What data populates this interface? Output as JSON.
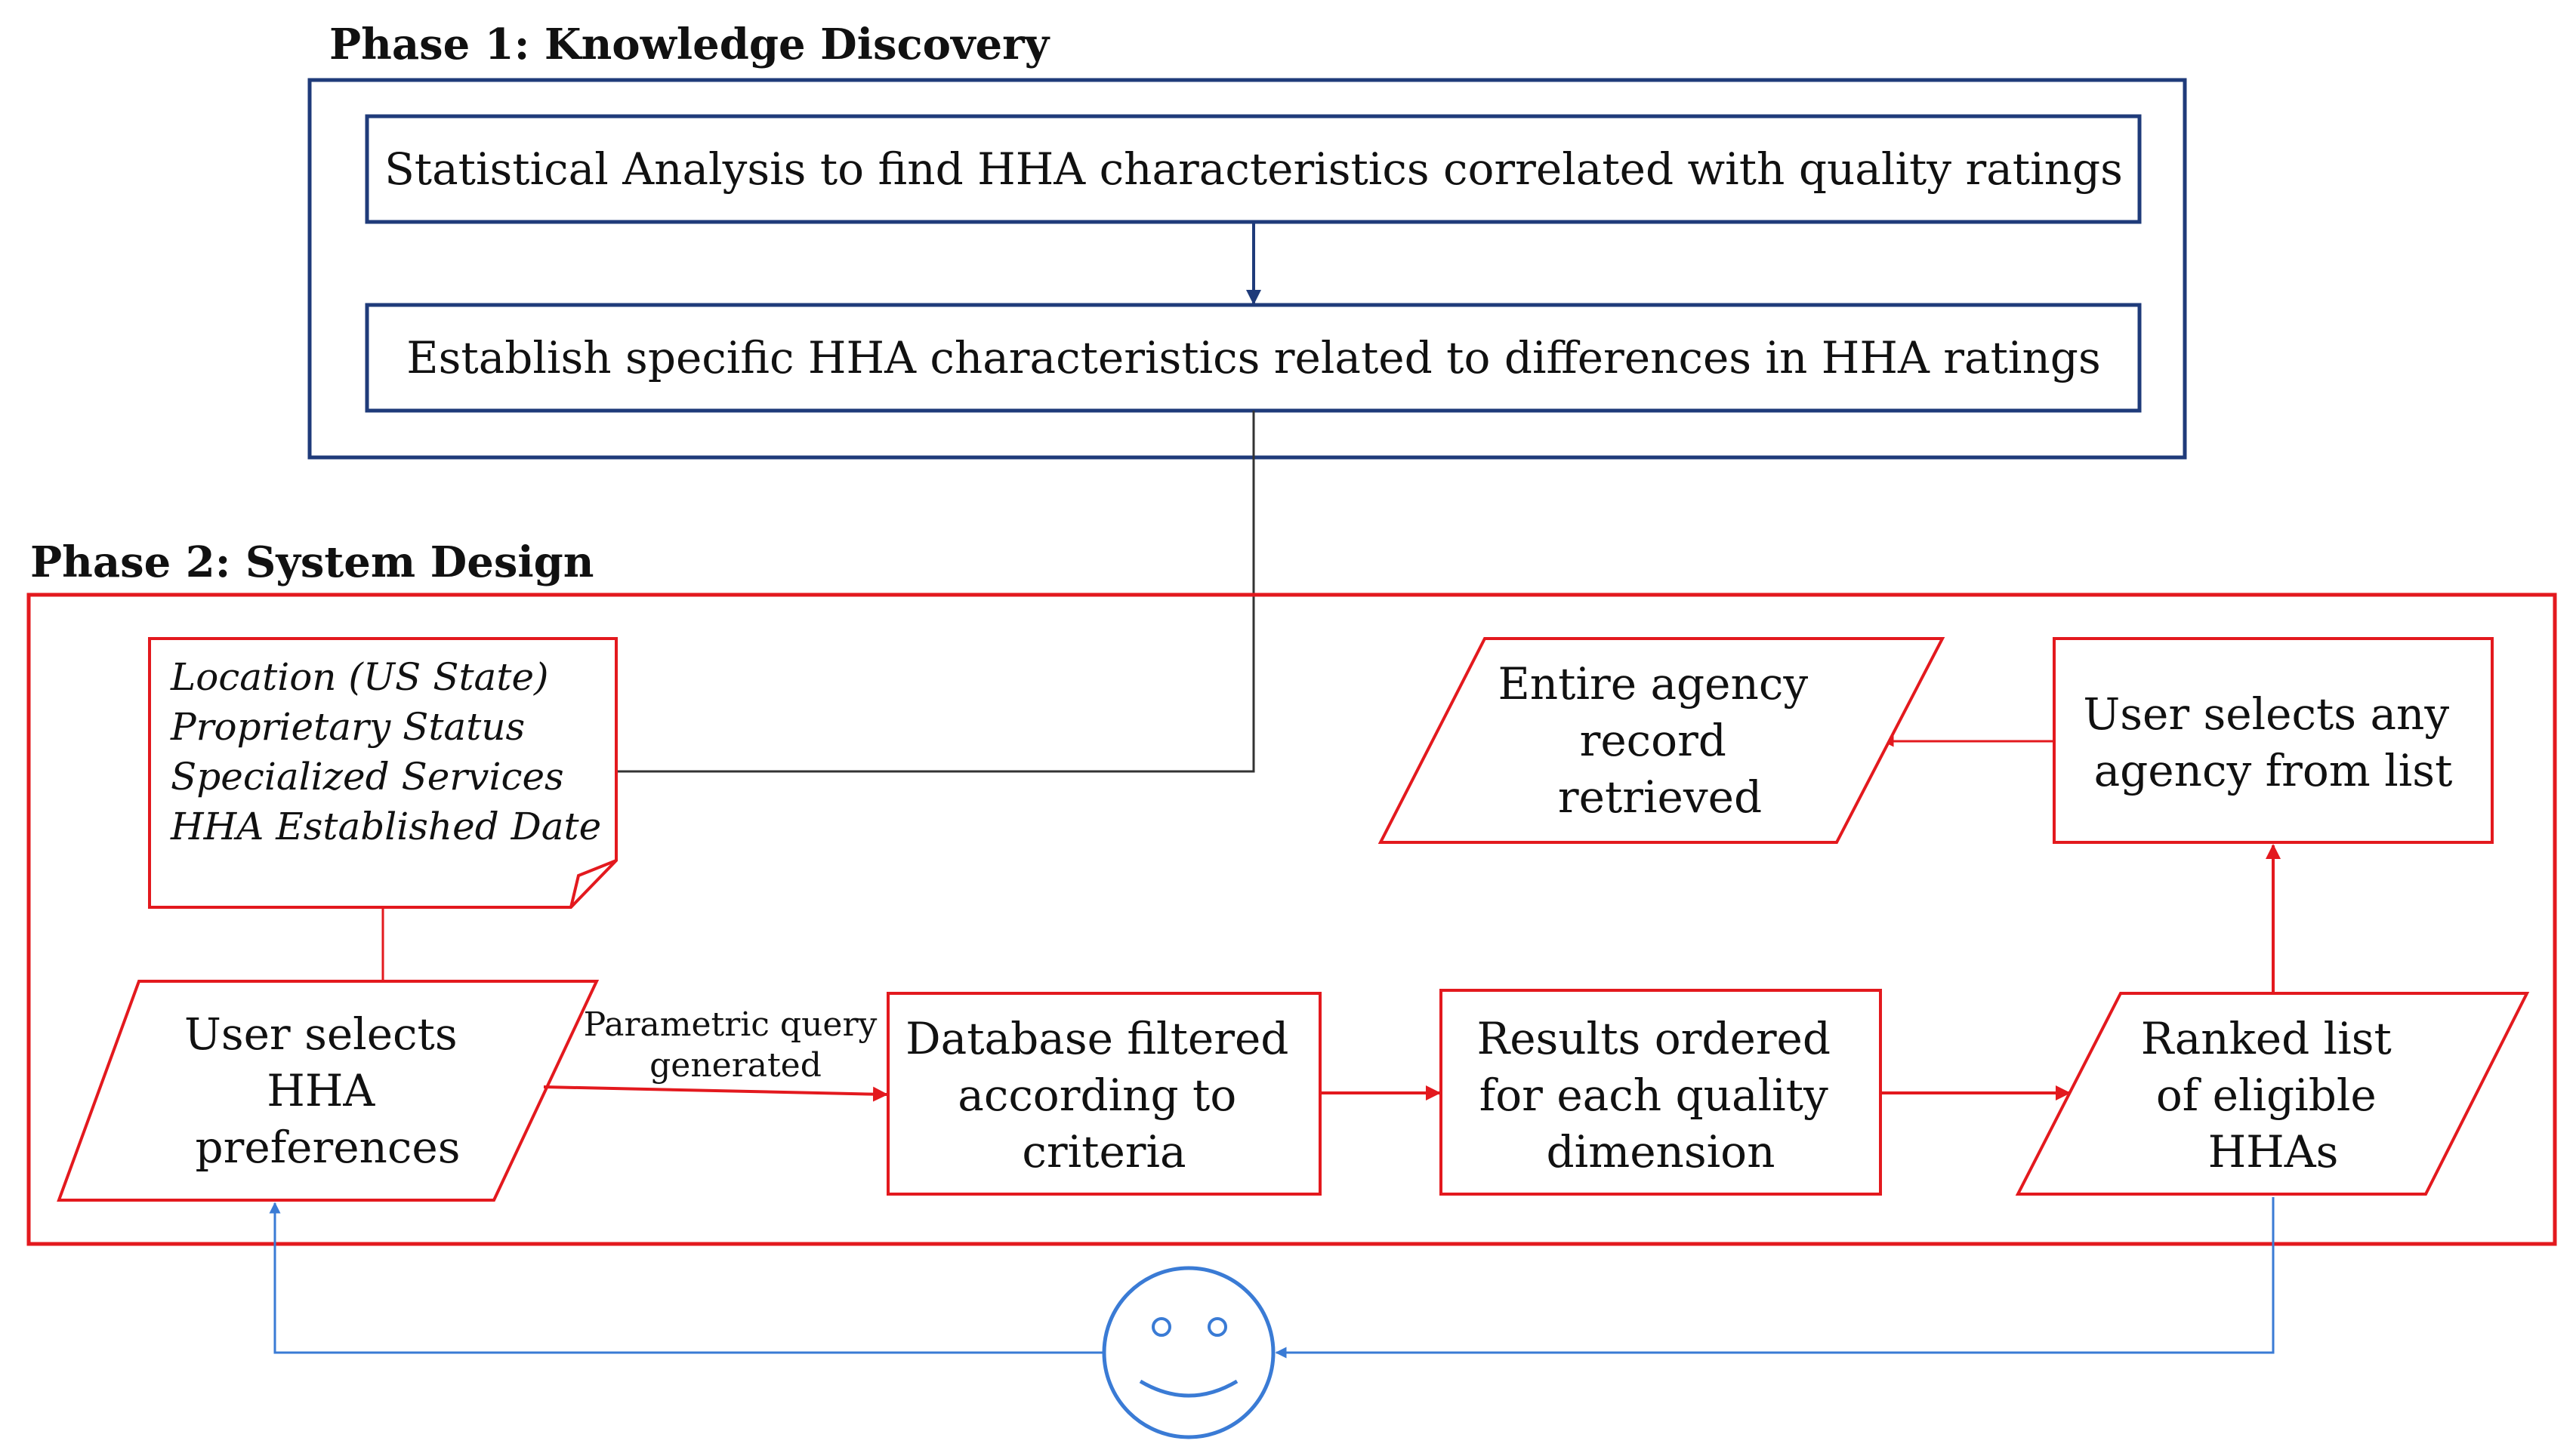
{
  "phase1": {
    "title": "Phase 1: Knowledge Discovery",
    "step1": "Statistical Analysis to find HHA characteristics correlated with quality ratings",
    "step2": "Establish specific HHA characteristics related to differences in HHA ratings"
  },
  "phase2": {
    "title": "Phase 2: System Design",
    "criteria_note": [
      "Location (US State)",
      "Proprietary Status",
      "Specialized Services",
      "HHA Established Date"
    ],
    "user_selects_preferences": [
      "User selects",
      "HHA",
      "preferences"
    ],
    "query_label": [
      "Parametric query",
      "generated"
    ],
    "database_filtered": [
      "Database filtered",
      "according to",
      "criteria"
    ],
    "results_ordered": [
      "Results ordered",
      "for each quality",
      "dimension"
    ],
    "ranked_list": [
      "Ranked list",
      "of eligible",
      "HHAs"
    ],
    "user_selects_agency": [
      "User selects any",
      "agency from list"
    ],
    "agency_record": [
      "Entire agency",
      "record",
      "retrieved"
    ]
  },
  "colors": {
    "phase1_border": "#1f3b7a",
    "phase2_border": "#e3191e",
    "user_blue": "#3a7bd5",
    "text": "#111111",
    "connector_dark": "#333333"
  },
  "icons": {
    "user": "smiley-face-icon"
  }
}
